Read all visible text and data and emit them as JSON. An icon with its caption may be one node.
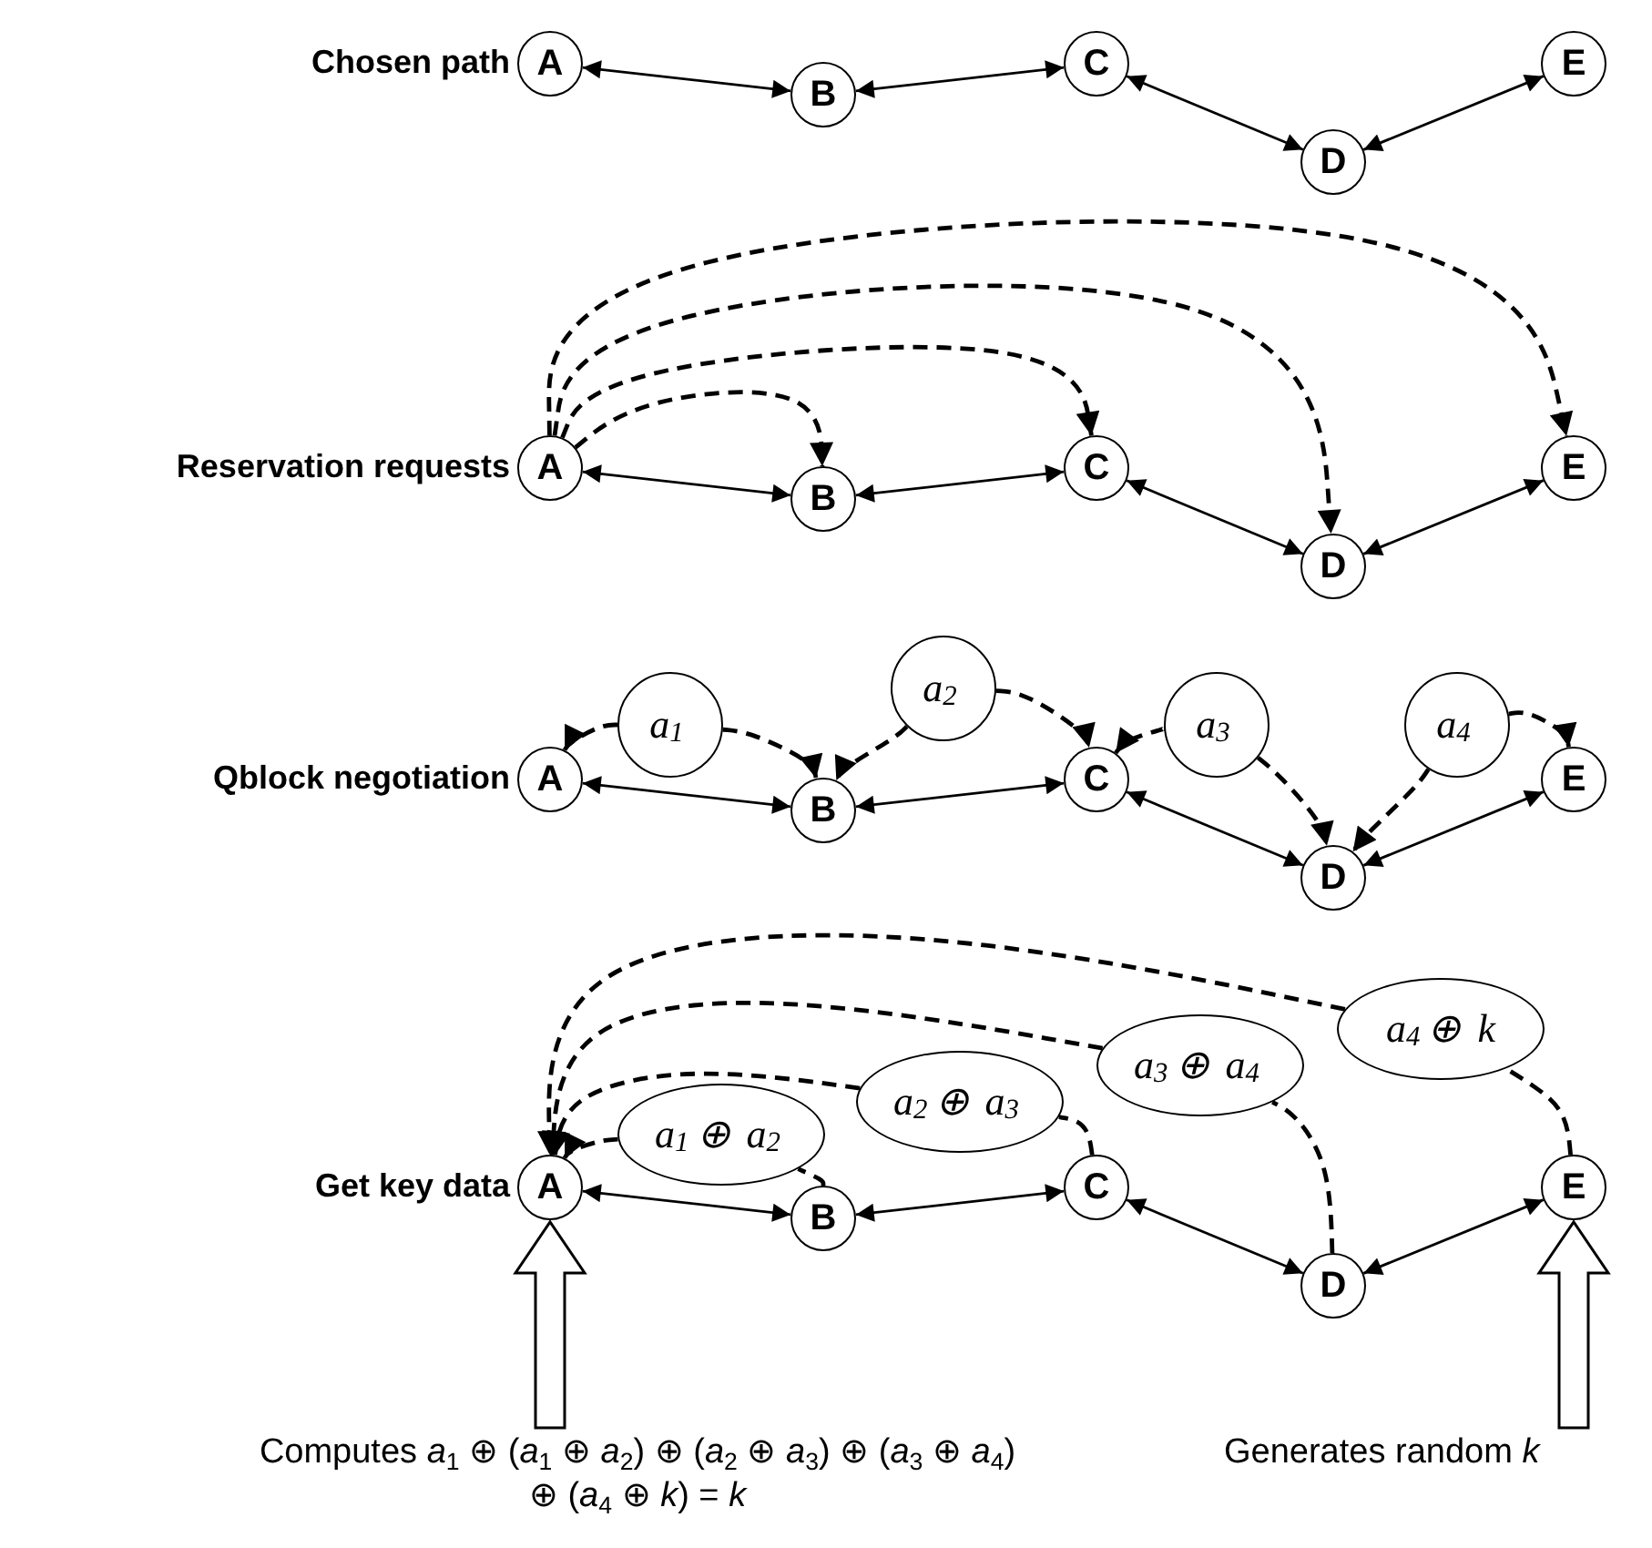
{
  "diagram": {
    "nodes": [
      {
        "text": [
          "A"
        ]
      },
      {
        "text": [
          "B"
        ]
      },
      {
        "text": [
          "C"
        ]
      },
      {
        "text": [
          "D"
        ]
      },
      {
        "text": [
          "E"
        ]
      },
      {
        "text": [
          "A"
        ]
      },
      {
        "text": [
          "B"
        ]
      },
      {
        "text": [
          "C"
        ]
      },
      {
        "text": [
          "D"
        ]
      },
      {
        "text": [
          "E"
        ]
      },
      {
        "text": [
          "A"
        ]
      },
      {
        "text": [
          "B"
        ]
      },
      {
        "text": [
          "C"
        ]
      },
      {
        "text": [
          "D"
        ]
      },
      {
        "text": [
          "E"
        ]
      },
      {
        "text": [
          "a$_{1}$"
        ]
      },
      {
        "text": [
          "a$_{2}$"
        ]
      },
      {
        "text": [
          "a$_{3}$"
        ]
      },
      {
        "text": [
          "a$_{4}$"
        ]
      },
      {
        "text": [
          "A"
        ]
      },
      {
        "text": [
          "B"
        ]
      },
      {
        "text": [
          "C"
        ]
      },
      {
        "text": [
          "D"
        ]
      },
      {
        "text": [
          "E"
        ]
      },
      {
        "text": [
          "a$_{1}$ ⊕ a$_{2}$"
        ]
      },
      {
        "text": [
          "a$_{2}$ ⊕ a$_{3}$"
        ]
      },
      {
        "text": [
          "a$_{3}$ ⊕ a$_{4}$"
        ]
      },
      {
        "text": [
          "a$_{4}$ ⊕ k"
        ]
      },
      {
        "text": [
          "Computes *a*$_{1}$ ⊕ (*a*$_{1}$ ⊕ *a*$_{2}$) ⊕ (*a*$_{2}$ ⊕ *a*$_{3}$) ⊕ (*a*$_{3}$ ⊕ *a*$_{4}$) ⊕ (*a*$_{4}$ ⊕ *k*) = *k*"
        ]
      },
      {
        "text": [
          "Generates random *k*"
        ]
      }
    ],
    "edges": [
      {
        "from": 0,
        "to": 1,
        "arrow": "both"
      },
      {
        "from": 1,
        "to": 2,
        "arrow": "both"
      },
      {
        "from": 2,
        "to": 3,
        "arrow": "both"
      },
      {
        "from": 3,
        "to": 4,
        "arrow": "both"
      },
      {
        "from": 5,
        "to": 6,
        "arrow": "both"
      },
      {
        "from": 6,
        "to": 7,
        "arrow": "both"
      },
      {
        "from": 7,
        "to": 8,
        "arrow": "both"
      },
      {
        "from": 8,
        "to": 9,
        "arrow": "both"
      },
      {
        "from": 5,
        "to": 6,
        "arrow": "to",
        "style": "dashed"
      },
      {
        "from": 5,
        "to": 7,
        "arrow": "to",
        "style": "dashed"
      },
      {
        "from": 5,
        "to": 8,
        "arrow": "to",
        "style": "dashed"
      },
      {
        "from": 5,
        "to": 9,
        "arrow": "to",
        "style": "dashed"
      },
      {
        "from": 10,
        "to": 11,
        "arrow": "both"
      },
      {
        "from": 11,
        "to": 12,
        "arrow": "both"
      },
      {
        "from": 12,
        "to": 13,
        "arrow": "both"
      },
      {
        "from": 13,
        "to": 14,
        "arrow": "both"
      },
      {
        "from": 15,
        "to": 10,
        "arrow": "to",
        "style": "dashed"
      },
      {
        "from": 15,
        "to": 11,
        "arrow": "to",
        "style": "dashed"
      },
      {
        "from": 16,
        "to": 11,
        "arrow": "to",
        "style": "dashed"
      },
      {
        "from": 16,
        "to": 12,
        "arrow": "to",
        "style": "dashed"
      },
      {
        "from": 17,
        "to": 12,
        "arrow": "to",
        "style": "dashed"
      },
      {
        "from": 17,
        "to": 13,
        "arrow": "to",
        "style": "dashed"
      },
      {
        "from": 18,
        "to": 13,
        "arrow": "to",
        "style": "dashed"
      },
      {
        "from": 18,
        "to": 14,
        "arrow": "to",
        "style": "dashed"
      },
      {
        "from": 19,
        "to": 20,
        "arrow": "both"
      },
      {
        "from": 20,
        "to": 21,
        "arrow": "both"
      },
      {
        "from": 21,
        "to": 22,
        "arrow": "both"
      },
      {
        "from": 22,
        "to": 23,
        "arrow": "both"
      },
      {
        "from": 20,
        "to": 24,
        "arrow": "none",
        "style": "dashed"
      },
      {
        "from": 24,
        "to": 19,
        "arrow": "to",
        "style": "dashed"
      },
      {
        "from": 21,
        "to": 25,
        "arrow": "none",
        "style": "dashed"
      },
      {
        "from": 25,
        "to": 19,
        "arrow": "to",
        "style": "dashed"
      },
      {
        "from": 22,
        "to": 26,
        "arrow": "none",
        "style": "dashed"
      },
      {
        "from": 26,
        "to": 19,
        "arrow": "to",
        "style": "dashed"
      },
      {
        "from": 23,
        "to": 27,
        "arrow": "none",
        "style": "dashed"
      },
      {
        "from": 27,
        "to": 19,
        "arrow": "to",
        "style": "dashed"
      },
      {
        "from": 28,
        "to": 19,
        "arrow": "to",
        "style": "thick"
      },
      {
        "from": 29,
        "to": 23,
        "arrow": "to",
        "style": "thick"
      }
    ],
    "labels": [
      "Chosen path",
      "Reservation requests",
      "Qblock negotiation",
      "Get key data"
    ]
  }
}
